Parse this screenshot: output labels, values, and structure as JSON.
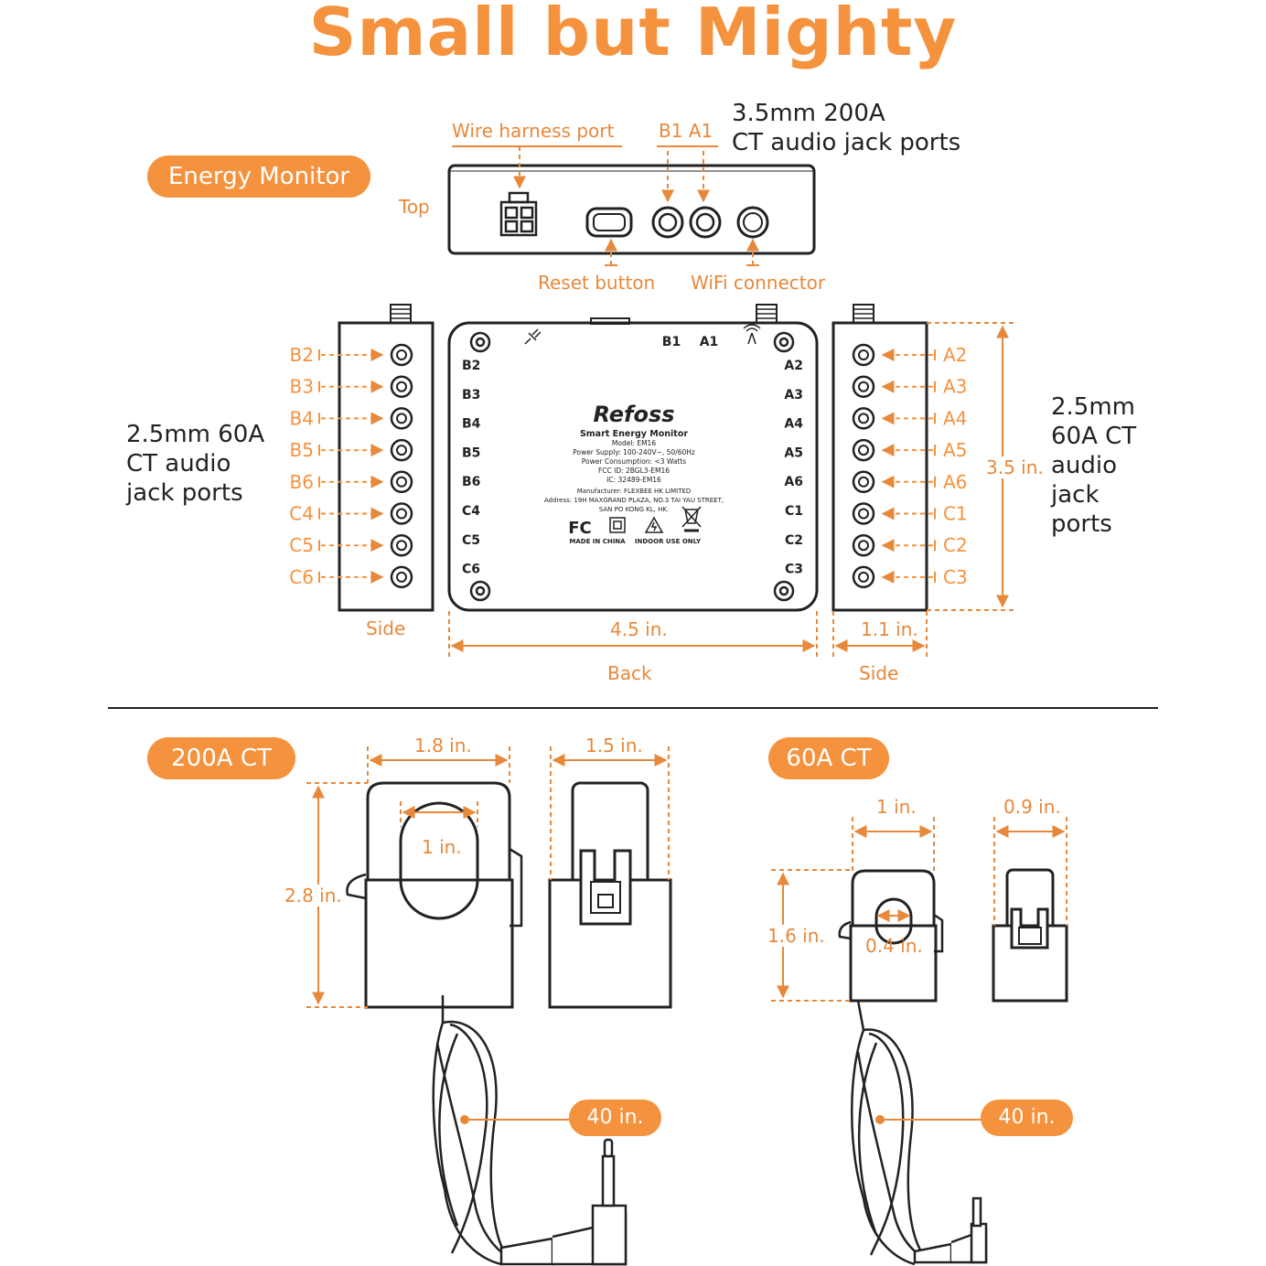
{
  "title": "Small but Mighty",
  "section_top": {
    "badge": "Energy Monitor",
    "top_label": "Top",
    "wire_harness_label": "Wire harness port",
    "b1a1_label": "B1 A1",
    "ports_200a_line1": "3.5mm 200A",
    "ports_200a_line2": "CT audio jack ports",
    "reset_label": "Reset button",
    "wifi_label": "WiFi connector",
    "left_ports_line1": "2.5mm 60A",
    "left_ports_line2": "CT audio",
    "left_ports_line3": "jack ports",
    "right_ports_line1": "2.5mm",
    "right_ports_line2": "60A CT",
    "right_ports_line3": "audio",
    "right_ports_line4": "jack",
    "right_ports_line5": "ports",
    "left_side_ports": [
      "B2",
      "B3",
      "B4",
      "B5",
      "B6",
      "C4",
      "C5",
      "C6"
    ],
    "right_side_ports": [
      "A2",
      "A3",
      "A4",
      "A5",
      "A6",
      "C1",
      "C2",
      "C3"
    ],
    "back_left_ports": [
      "B2",
      "B3",
      "B4",
      "B5",
      "B6",
      "C4",
      "C5",
      "C6"
    ],
    "back_right_ports": [
      "A2",
      "A3",
      "A4",
      "A5",
      "A6",
      "C1",
      "C2",
      "C3"
    ],
    "back_top_b1": "B1",
    "back_top_a1": "A1",
    "side_label_left": "Side",
    "side_label_right": "Side",
    "back_label": "Back",
    "dim_width": "4.5 in.",
    "dim_depth": "1.1 in.",
    "dim_height": "3.5 in.",
    "product_label": {
      "brand": "Refoss",
      "name": "Smart Energy Monitor",
      "model": "Model: EM16",
      "supply": "Power Supply: 100-240V~, 50/60Hz",
      "consumption": "Power Consumption: <3 Watts",
      "fcc": "FCC ID: 2BGL3-EM16",
      "ic": "IC: 32489-EM16",
      "manufacturer": "Manufacturer: FLEXBEE HK LIMITED",
      "address1": "Address: 19H MAXGRAND PLAZA, NO.3 TAI YAU STREET,",
      "address2": "SAN PO KONG KL, HK.",
      "fc_mark": "FC",
      "made_in": "MADE IN CHINA",
      "indoor": "INDOOR USE ONLY"
    }
  },
  "section_200a": {
    "badge": "200A CT",
    "dim_front_width": "1.8 in.",
    "dim_side_width": "1.5 in.",
    "dim_opening": "1 in.",
    "dim_height": "2.8 in.",
    "cable_length": "40 in."
  },
  "section_60a": {
    "badge": "60A CT",
    "dim_front_width": "1 in.",
    "dim_side_width": "0.9 in.",
    "dim_opening": "0.4 in.",
    "dim_height": "1.6 in.",
    "cable_length": "40 in."
  },
  "colors": {
    "accent": "#f5923e",
    "line": "#222222"
  }
}
